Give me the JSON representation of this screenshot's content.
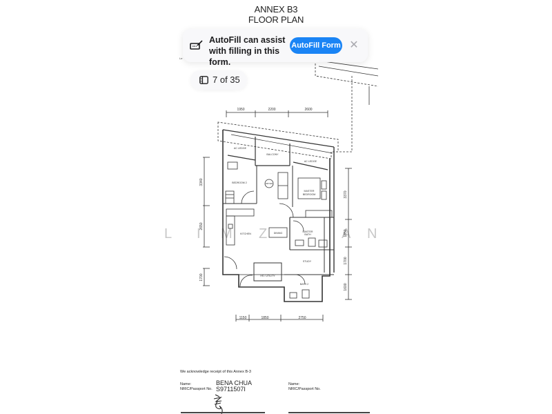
{
  "document": {
    "title_line1": "ANNEX B3",
    "title_line2": "FLOOR PLAN",
    "edge_label": "Le"
  },
  "autofill_banner": {
    "icon": "autofill-form-icon",
    "message": "AutoFill can assist with filling in this form.",
    "button_label": "AutoFill Form",
    "close_icon": "close-icon",
    "accent_color": "#1a84f5"
  },
  "page_indicator": {
    "icon": "sidebar-pages-icon",
    "label": "7 of 35",
    "current_page": 7,
    "total_pages": 35
  },
  "watermark": {
    "letters": [
      "L",
      "I",
      "M",
      "Z",
      "A",
      "N"
    ]
  },
  "floor_plan": {
    "rooms": {
      "ac_ledge_left": "AC LEDGE",
      "balcony": "BALCONY",
      "ac_ledge_right": "AC LEDGE",
      "bedroom_2": "BEDROOM 2",
      "dryer": "DRYER",
      "master_bedroom_1": "MASTER",
      "master_bedroom_2": "BEDROOM",
      "kitchen": "KITCHEN",
      "dining": "DINING",
      "master_bath_1": "MASTER",
      "master_bath_2": "BATH",
      "study": "STUDY",
      "hs_utility": "HS / UTILITY",
      "bath_2": "BATH 2"
    },
    "dimensions": {
      "top": [
        "1950",
        "2200",
        "2600"
      ],
      "bottom": [
        "1150",
        "1850",
        "2750"
      ],
      "left": [
        "3340",
        "2650",
        "1700"
      ],
      "right": [
        "3370",
        "1850",
        "1700",
        "1600"
      ]
    }
  },
  "acknowledgement": {
    "statement": "We acknowledge receipt of this Annex B-3",
    "signatory_1": {
      "name_label": "Name:",
      "id_label": "NRIC/Passport No.",
      "name_value": "BENA CHUA",
      "id_value": "S9711507I"
    },
    "signatory_2": {
      "name_label": "Name:",
      "id_label": "NRIC/Passport No."
    }
  }
}
